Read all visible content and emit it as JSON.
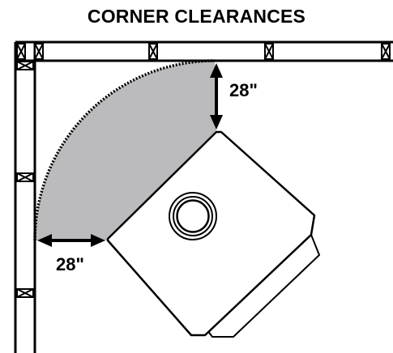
{
  "title": "CORNER CLEARANCES",
  "dimensions": {
    "top_clearance": "28\"",
    "side_clearance": "28\""
  },
  "colors": {
    "line": "#000000",
    "clearance_zone": "#bbbbbd",
    "background": "#ffffff"
  }
}
